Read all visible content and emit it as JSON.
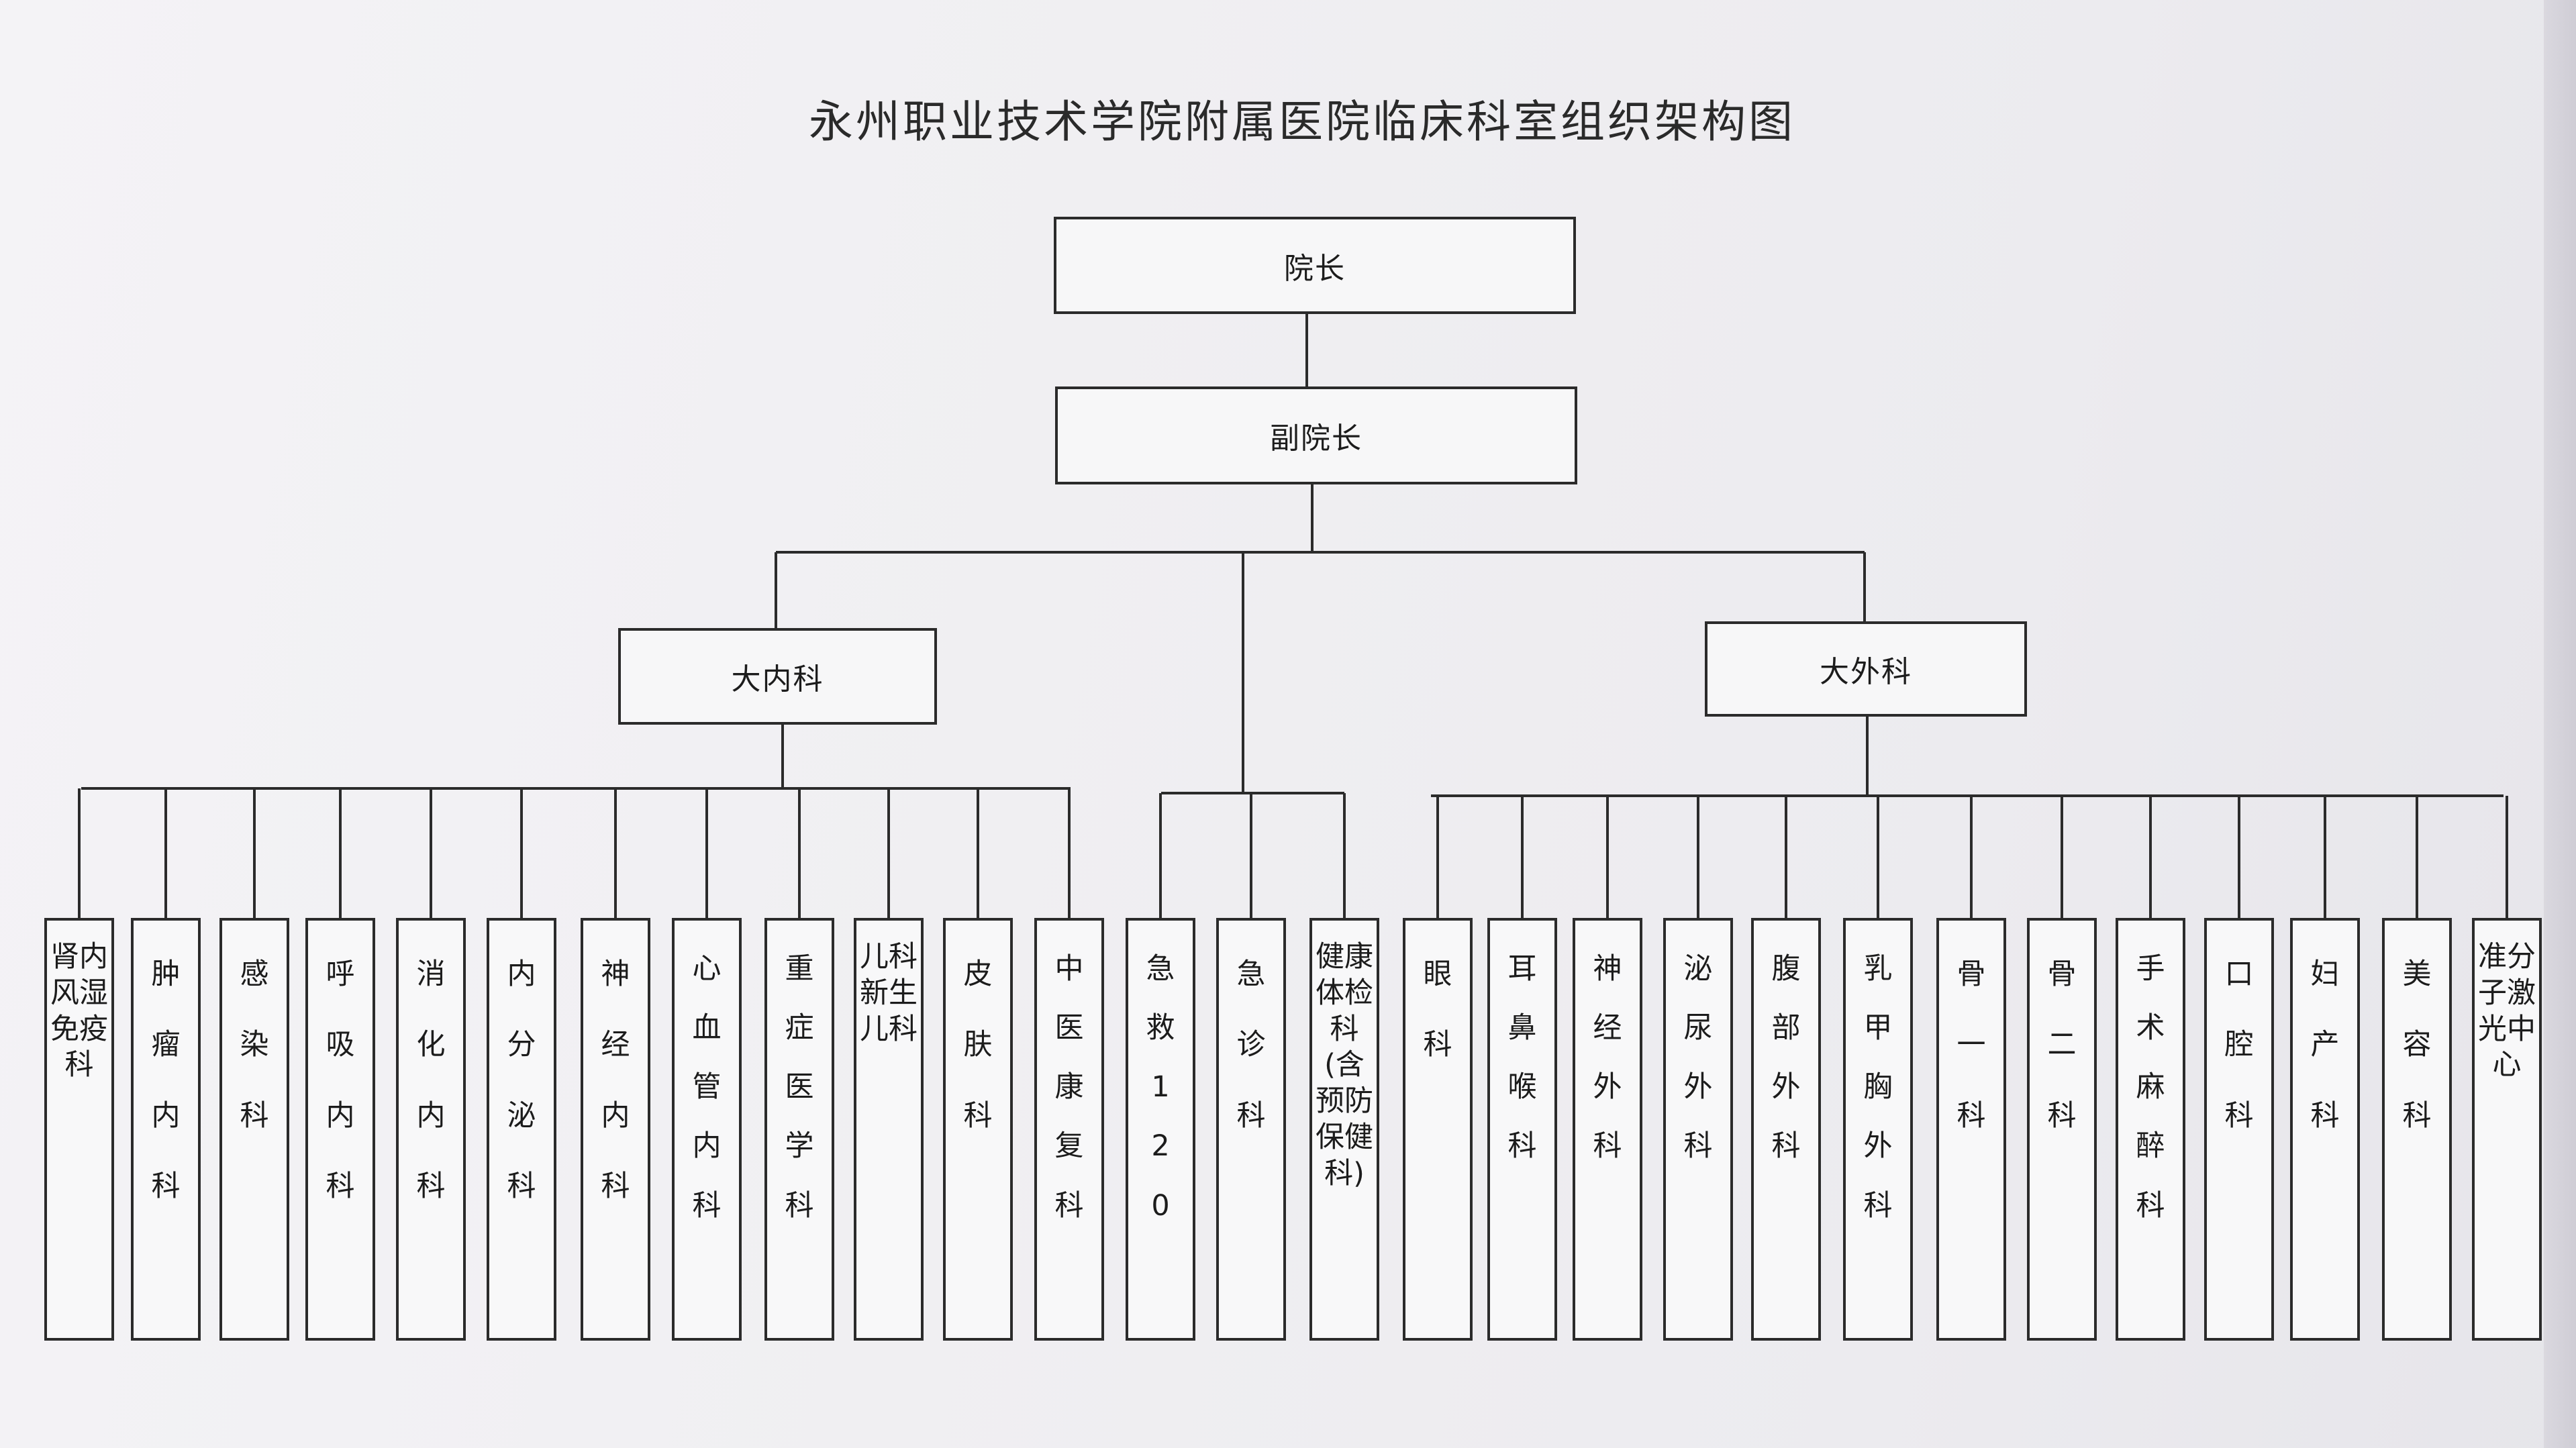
{
  "title": "永州职业技术学院附属医院临床科室组织架构图",
  "levels": {
    "president": "院长",
    "vice_president": "副院长",
    "internal_division": "大内科",
    "surgical_division": "大外科"
  },
  "internal_departments": [
    "肾内风湿免疫科",
    "肿瘤内科",
    "感染科",
    "呼吸内科",
    "消化内科",
    "内分泌科",
    "神经内科",
    "心血管内科",
    "重症医学科",
    "儿科新生儿科",
    "皮肤科",
    "中医康复科"
  ],
  "direct_departments": [
    "急救120",
    "急诊科",
    "健康体检科(含预防保健科)"
  ],
  "surgical_departments": [
    "眼科",
    "耳鼻喉科",
    "神经外科",
    "泌尿外科",
    "腹部外科",
    "乳甲胸外科",
    "骨一科",
    "骨二科",
    "手术麻醉科",
    "口腔科",
    "妇产科",
    "美容科",
    "准分子激光中心"
  ]
}
